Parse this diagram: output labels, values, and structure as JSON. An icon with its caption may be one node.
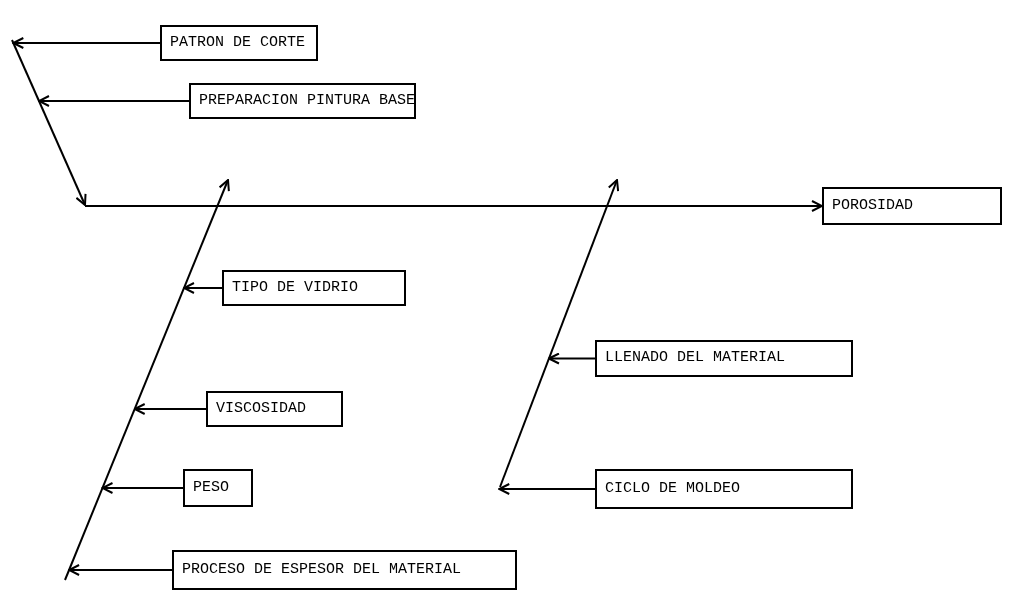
{
  "diagram": {
    "nodes": [
      {
        "text": [
          "PATRON DE CORTE"
        ]
      },
      {
        "text": [
          "PREPARACION PINTURA BASE"
        ]
      },
      {
        "text": [
          "POROSIDAD"
        ]
      },
      {
        "text": [
          "TIPO DE VIDRIO"
        ]
      },
      {
        "text": [
          "LLENADO DEL MATERIAL"
        ]
      },
      {
        "text": [
          "VISCOSIDAD"
        ]
      },
      {
        "text": [
          "PESO"
        ]
      },
      {
        "text": [
          "CICLO DE MOLDEO"
        ]
      },
      {
        "text": [
          "PROCESO DE ESPESOR DEL MATERIAL"
        ]
      }
    ],
    "edges": [
      {
        "from": 0,
        "to": null,
        "arrow": "to"
      },
      {
        "from": 1,
        "to": null,
        "arrow": "to"
      },
      {
        "from": null,
        "to": 2,
        "arrow": "to"
      },
      {
        "from": 3,
        "to": null,
        "arrow": "to"
      },
      {
        "from": 4,
        "to": null,
        "arrow": "to"
      },
      {
        "from": 5,
        "to": null,
        "arrow": "to"
      },
      {
        "from": 6,
        "to": null,
        "arrow": "to"
      },
      {
        "from": 7,
        "to": null,
        "arrow": "to"
      },
      {
        "from": 8,
        "to": null,
        "arrow": "to"
      }
    ]
  }
}
